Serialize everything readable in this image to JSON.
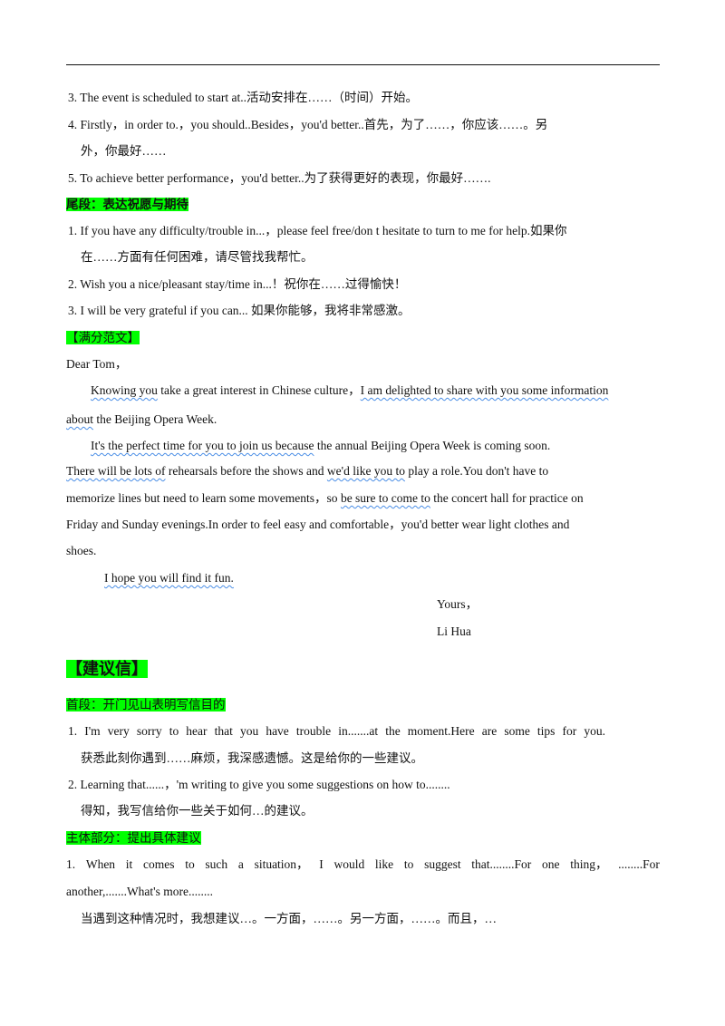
{
  "list1": [
    "3.  The event is scheduled to start at..活动安排在……（时间）开始。",
    "4.  Firstly，in order to.，you should..Besides，you'd better..首先，为了……，你应该……。另",
    "外，你最好……",
    "5.  To achieve better performance，you'd better..为了获得更好的表现，你最好……."
  ],
  "heading_ending": "尾段：表达祝愿与期待",
  "list2": [
    "1.  If you have any difficulty/trouble in...，please feel free/don t hesitate to turn to me for help.如果你",
    "在……方面有任何困难，请尽管找我帮忙。",
    "2.  Wish you a nice/pleasant stay/time in...！祝你在……过得愉快！",
    "3.  I will be very grateful if you can...    如果你能够，我将非常感激。"
  ],
  "sample_label": "【满分范文】",
  "letter": {
    "salutation": "Dear Tom，",
    "p1a_u1": "Knowing you",
    "p1a_t1": " take a great interest in Chinese culture，",
    "p1a_u2": "I am delighted  to  share with  you some  information",
    "p1b_u": "about",
    "p1b_t": "  the Beijing Opera Week.",
    "p2a_u": "It's the perfect time for you to join us because",
    "p2a_t": "  the annual Beijing Opera Week is coming soon.",
    "p2b_u1": "There will be lots of",
    "p2b_t1": "  rehearsals before the shows and  ",
    "p2b_u2": "we'd like you to",
    "p2b_t2": "  play a role.You don't have to",
    "p2c_t1": "memorize lines but need to learn some movements，so  ",
    "p2c_u": "be sure to come to",
    "p2c_t2": "  the concert hall for practice on",
    "p2d": "Friday and Sunday evenings.In order to feel easy and comfortable，you'd better wear light clothes and",
    "p2e": "shoes.",
    "p3_u": "I hope you will find it fun.",
    "closing": "Yours，",
    "signature": "Li Hua"
  },
  "section_title": "【建议信】",
  "heading_opening": "首段：开门见山表明写信目的",
  "list3": {
    "i1_words": [
      "1.",
      "I'm",
      "very",
      "sorry",
      "to",
      "hear",
      "that",
      "you",
      "have",
      "trouble",
      "in.......at",
      "the",
      "moment.Here",
      "are",
      "some",
      "tips",
      "for",
      "you."
    ],
    "i1_cn": "获悉此刻你遇到……麻烦，我深感遗憾。这是给你的一些建议。",
    "i2": "2.  Learning  that......，'m  writing  to  give  you  some  suggestions  on  how  to........",
    "i2_cn": "得知，我写信给你一些关于如何…的建议。"
  },
  "heading_body": "主体部分：提出具体建议",
  "list4": {
    "i1_words": [
      "1.",
      "When",
      "it",
      "comes",
      "to",
      "such",
      "a",
      "situation，",
      "I",
      "would",
      "like",
      "to",
      "suggest",
      "that........For",
      "one",
      "thing，",
      "........For"
    ],
    "i1_b": "another,.......What's  more........",
    "i1_cn": "当遇到这种情况时，我想建议…。一方面，……。另一方面，……。而且，…"
  }
}
